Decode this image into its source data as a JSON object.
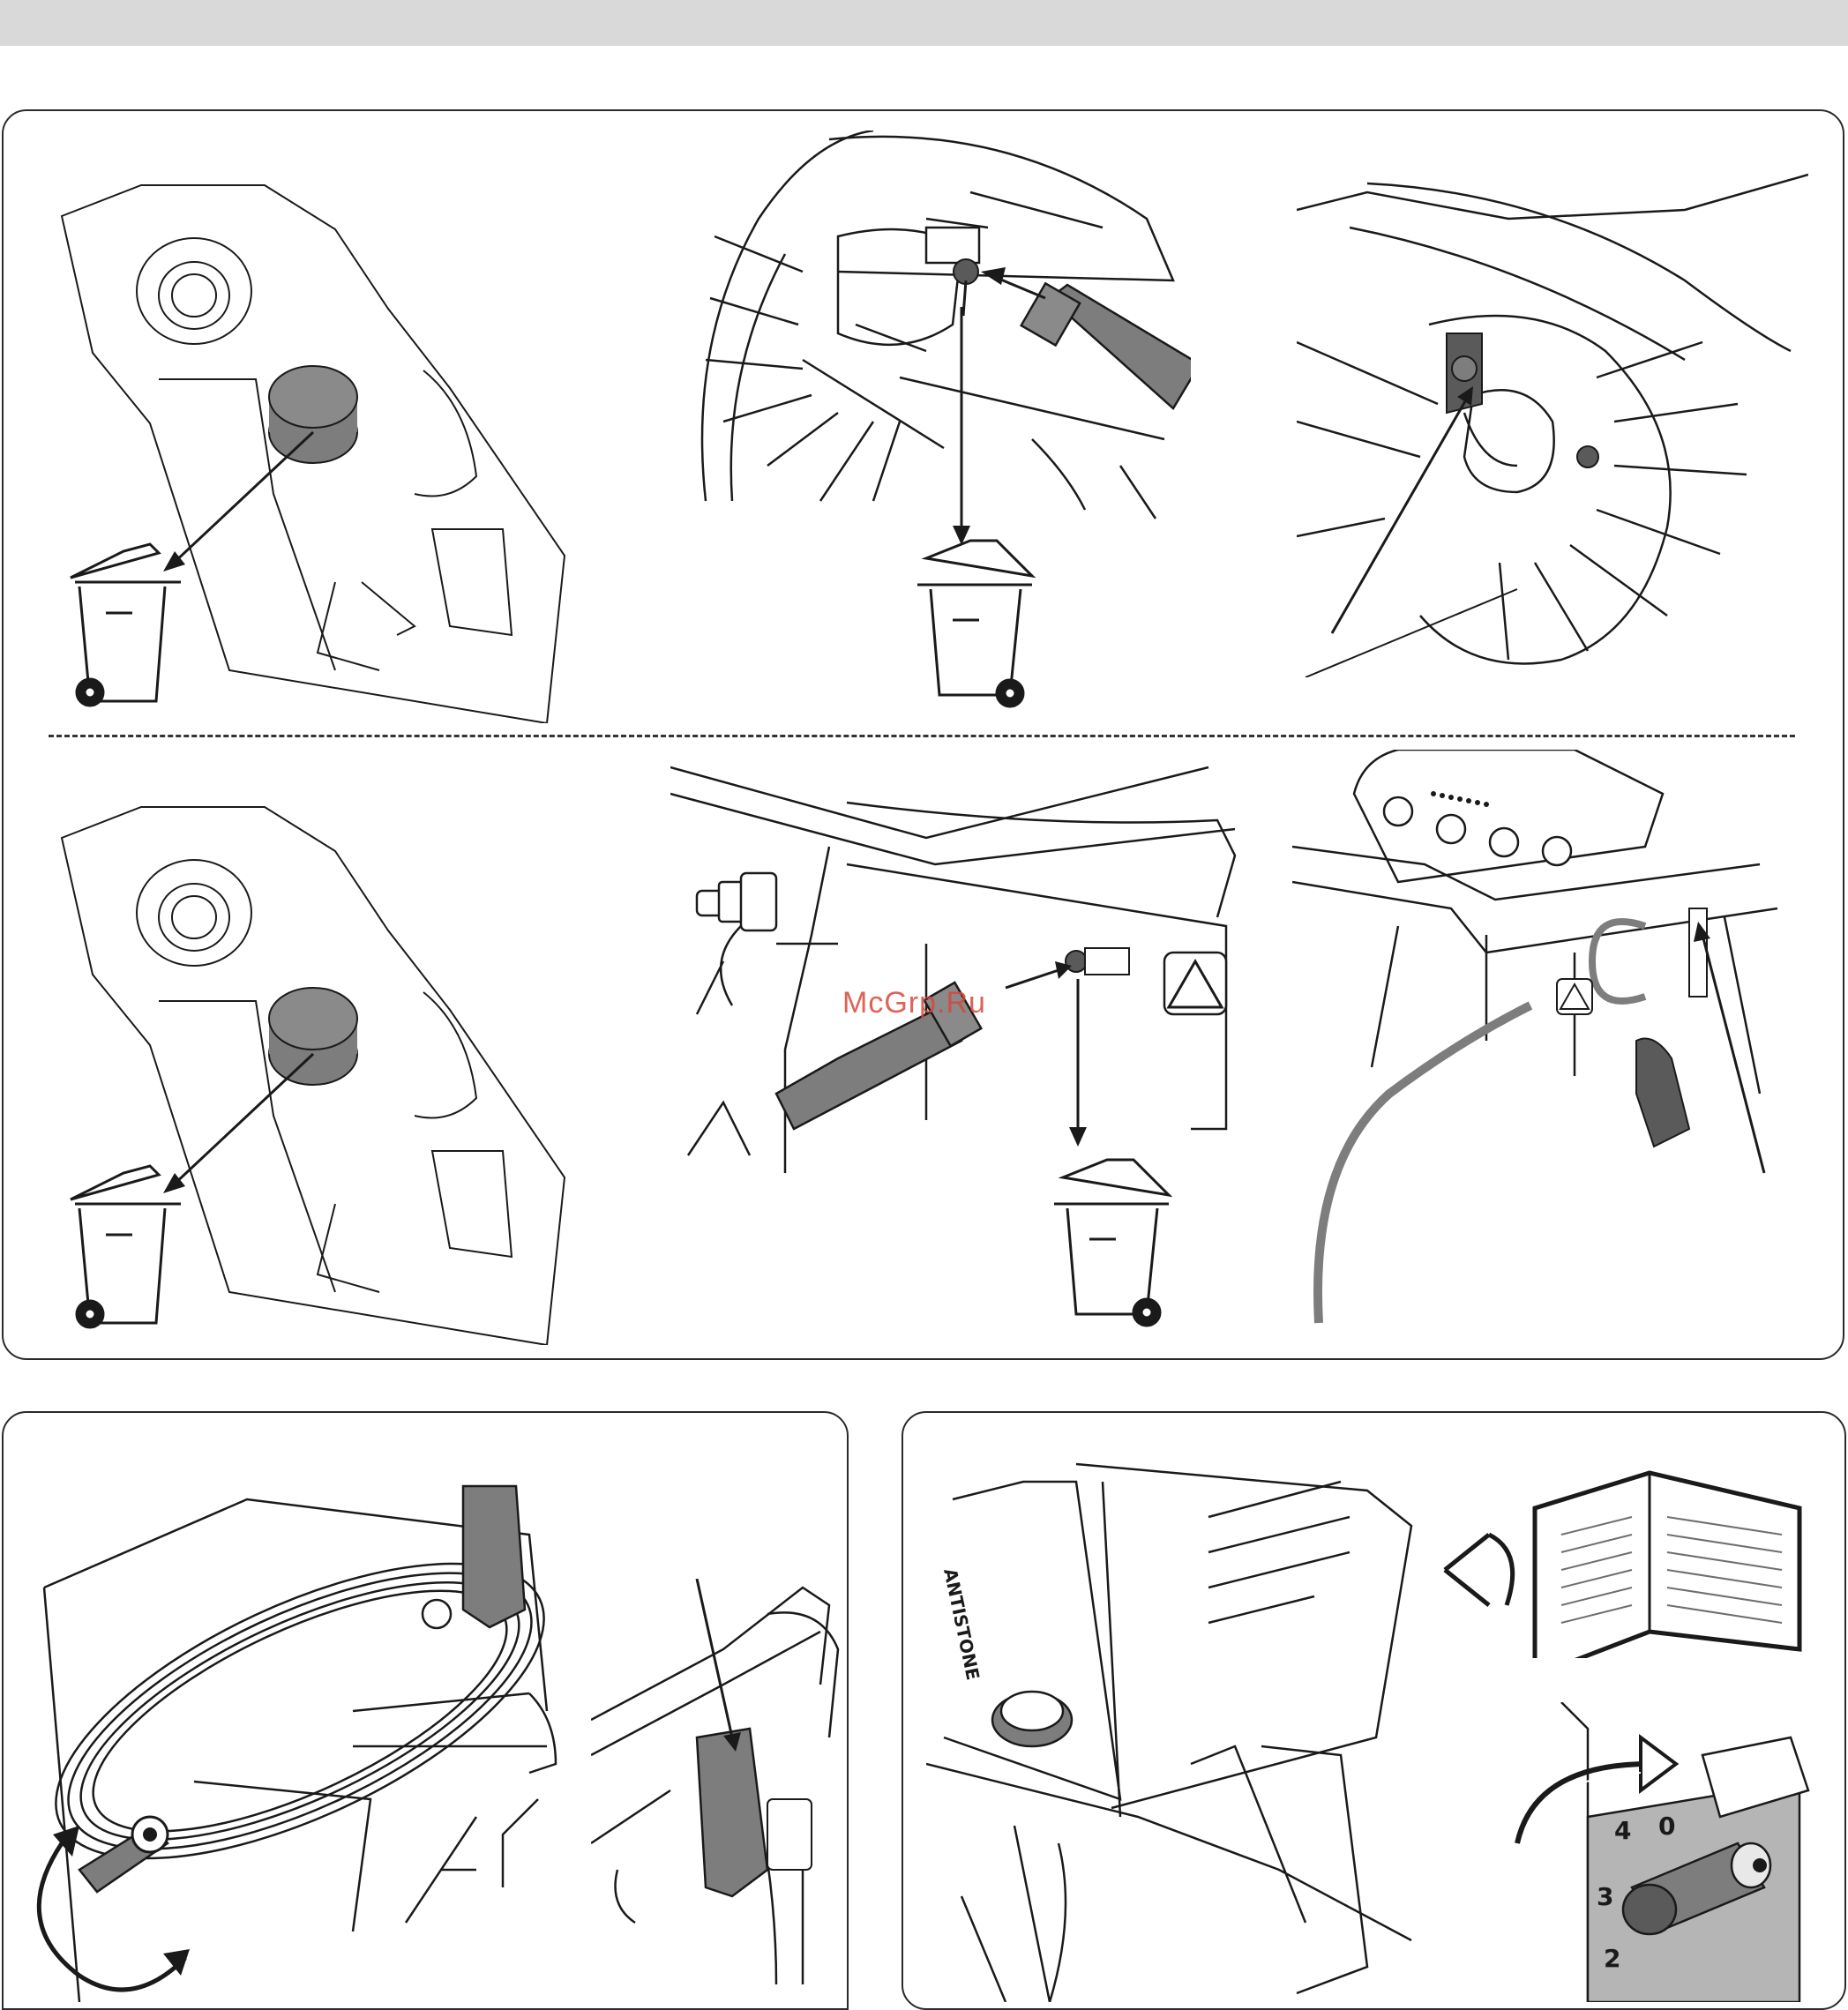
{
  "header": {
    "band_color": "#d9d9da"
  },
  "watermark": {
    "text": "McGrp.Ru",
    "color": "#d9473b"
  },
  "figures": {
    "cap_removal_1": {
      "icon": "trash-bin-icon"
    },
    "hose_disconnect_1": {
      "icon": "trash-bin-icon"
    },
    "wheel_handle": {
      "icon": "arrow-icon"
    },
    "cap_removal_2": {
      "icon": "trash-bin-icon"
    },
    "hose_disconnect_2": {
      "icon": "trash-bin-icon"
    },
    "hose_stowed": {
      "icon": "arrow-icon"
    },
    "hose_coiled": {
      "icon": "rotate-arrow-icon"
    },
    "bracket_detail": {
      "icon": "arrow-icon"
    },
    "machine_label": {
      "text": "ANTISTONE"
    },
    "manual_read": {
      "icon": "eye-icon"
    },
    "dial": {
      "labels": [
        "4",
        "3",
        "2",
        "0"
      ]
    }
  },
  "colors": {
    "line": "#1a1a1a",
    "fill_gray": "#7d7d7d",
    "dark_gray": "#5a5a5a"
  }
}
